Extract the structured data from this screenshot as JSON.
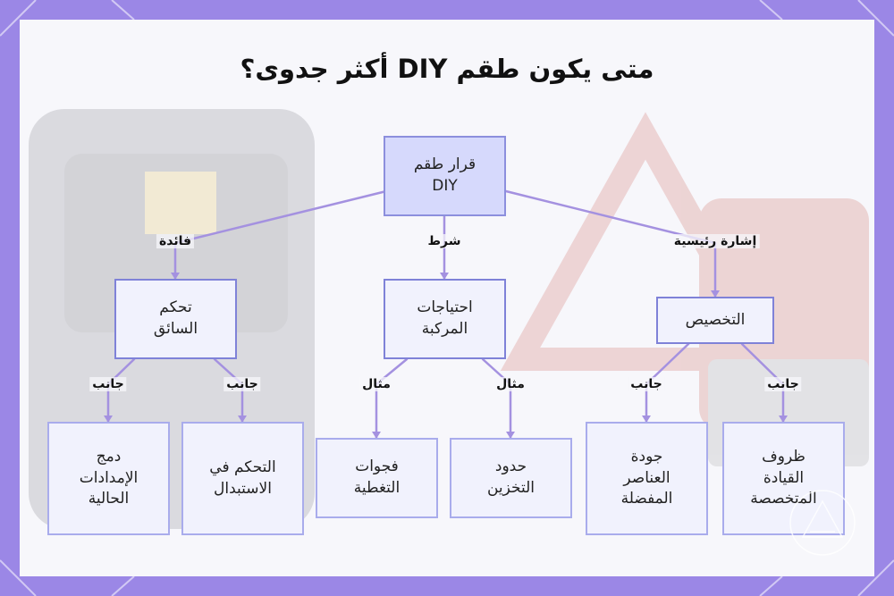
{
  "title": "متى يكون طقم DIY أكثر جدوى؟",
  "colors": {
    "frame": "#9b87e6",
    "root_fill": "#d6d9fc",
    "node_fill": "#f1f2fd",
    "node_border": "#a9acec",
    "edge": "#a491e0"
  },
  "nodes": {
    "root": "قرار طقم\nDIY",
    "driver_control": "تحكم\nالسائق",
    "vehicle_needs": "احتياجات\nالمركبة",
    "customization": "التخصيص",
    "integrate_existing": "دمج\nالإمدادات\nالحالية",
    "replacement_control": "التحكم في\nالاستبدال",
    "coverage_gaps": "فجوات\nالتغطية",
    "storage_limits": "حدود\nالتخزين",
    "preferred_quality": "جودة\nالعناصر\nالمفضلة",
    "special_conditions": "ظروف\nالقيادة\nالمتخصصة"
  },
  "edge_labels": {
    "benefit": "فائدة",
    "condition": "شرط",
    "key_signal": "إشارة رئيسية",
    "aspect_1": "جانب",
    "aspect_2": "جانب",
    "example_1": "مثال",
    "example_2": "مثال",
    "aspect_3": "جانب",
    "aspect_4": "جانب"
  }
}
